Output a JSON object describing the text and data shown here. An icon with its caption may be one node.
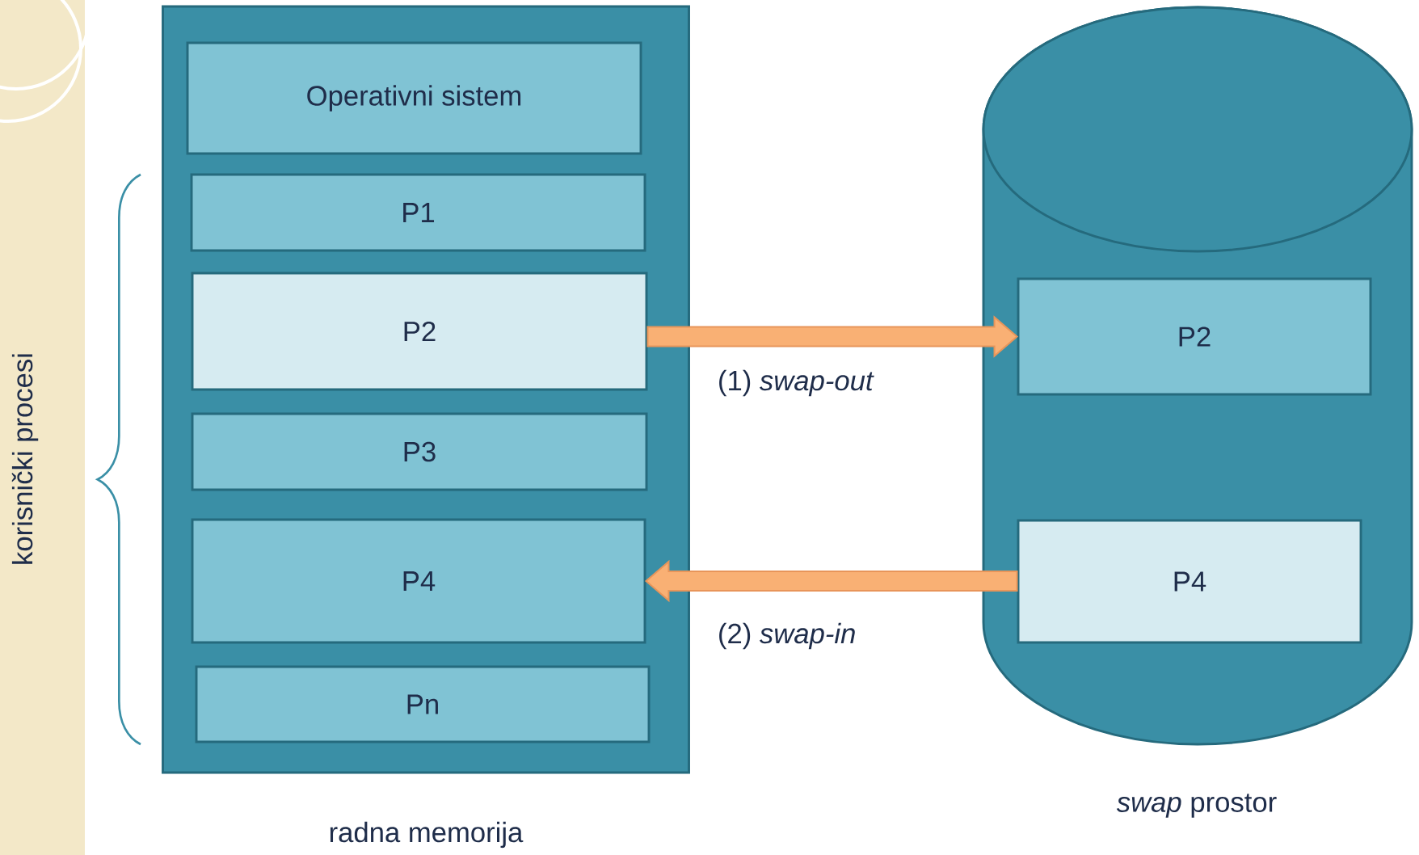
{
  "diagram": {
    "nodes": [
      {
        "text": [
          "radna memorija"
        ]
      },
      {
        "text": [
          "Operativni sistem"
        ],
        "in": 0
      },
      {
        "text": [
          "P1"
        ],
        "in": 0
      },
      {
        "text": [
          "P2"
        ],
        "in": 0
      },
      {
        "text": [
          "P3"
        ],
        "in": 0
      },
      {
        "text": [
          "P4"
        ],
        "in": 0
      },
      {
        "text": [
          "Pn"
        ],
        "in": 0
      },
      {
        "text": [
          "*swap* prostor"
        ]
      },
      {
        "text": [
          "P2"
        ],
        "in": 7
      },
      {
        "text": [
          "P4"
        ],
        "in": 7
      }
    ],
    "edges": [
      {
        "from": 3,
        "to": 8,
        "arrow": "to",
        "label": "(1) *swap-out*"
      },
      {
        "from": 9,
        "to": 5,
        "arrow": "to",
        "label": "(2) *swap-in*"
      }
    ],
    "labels": [
      "korisnički procesi"
    ]
  }
}
